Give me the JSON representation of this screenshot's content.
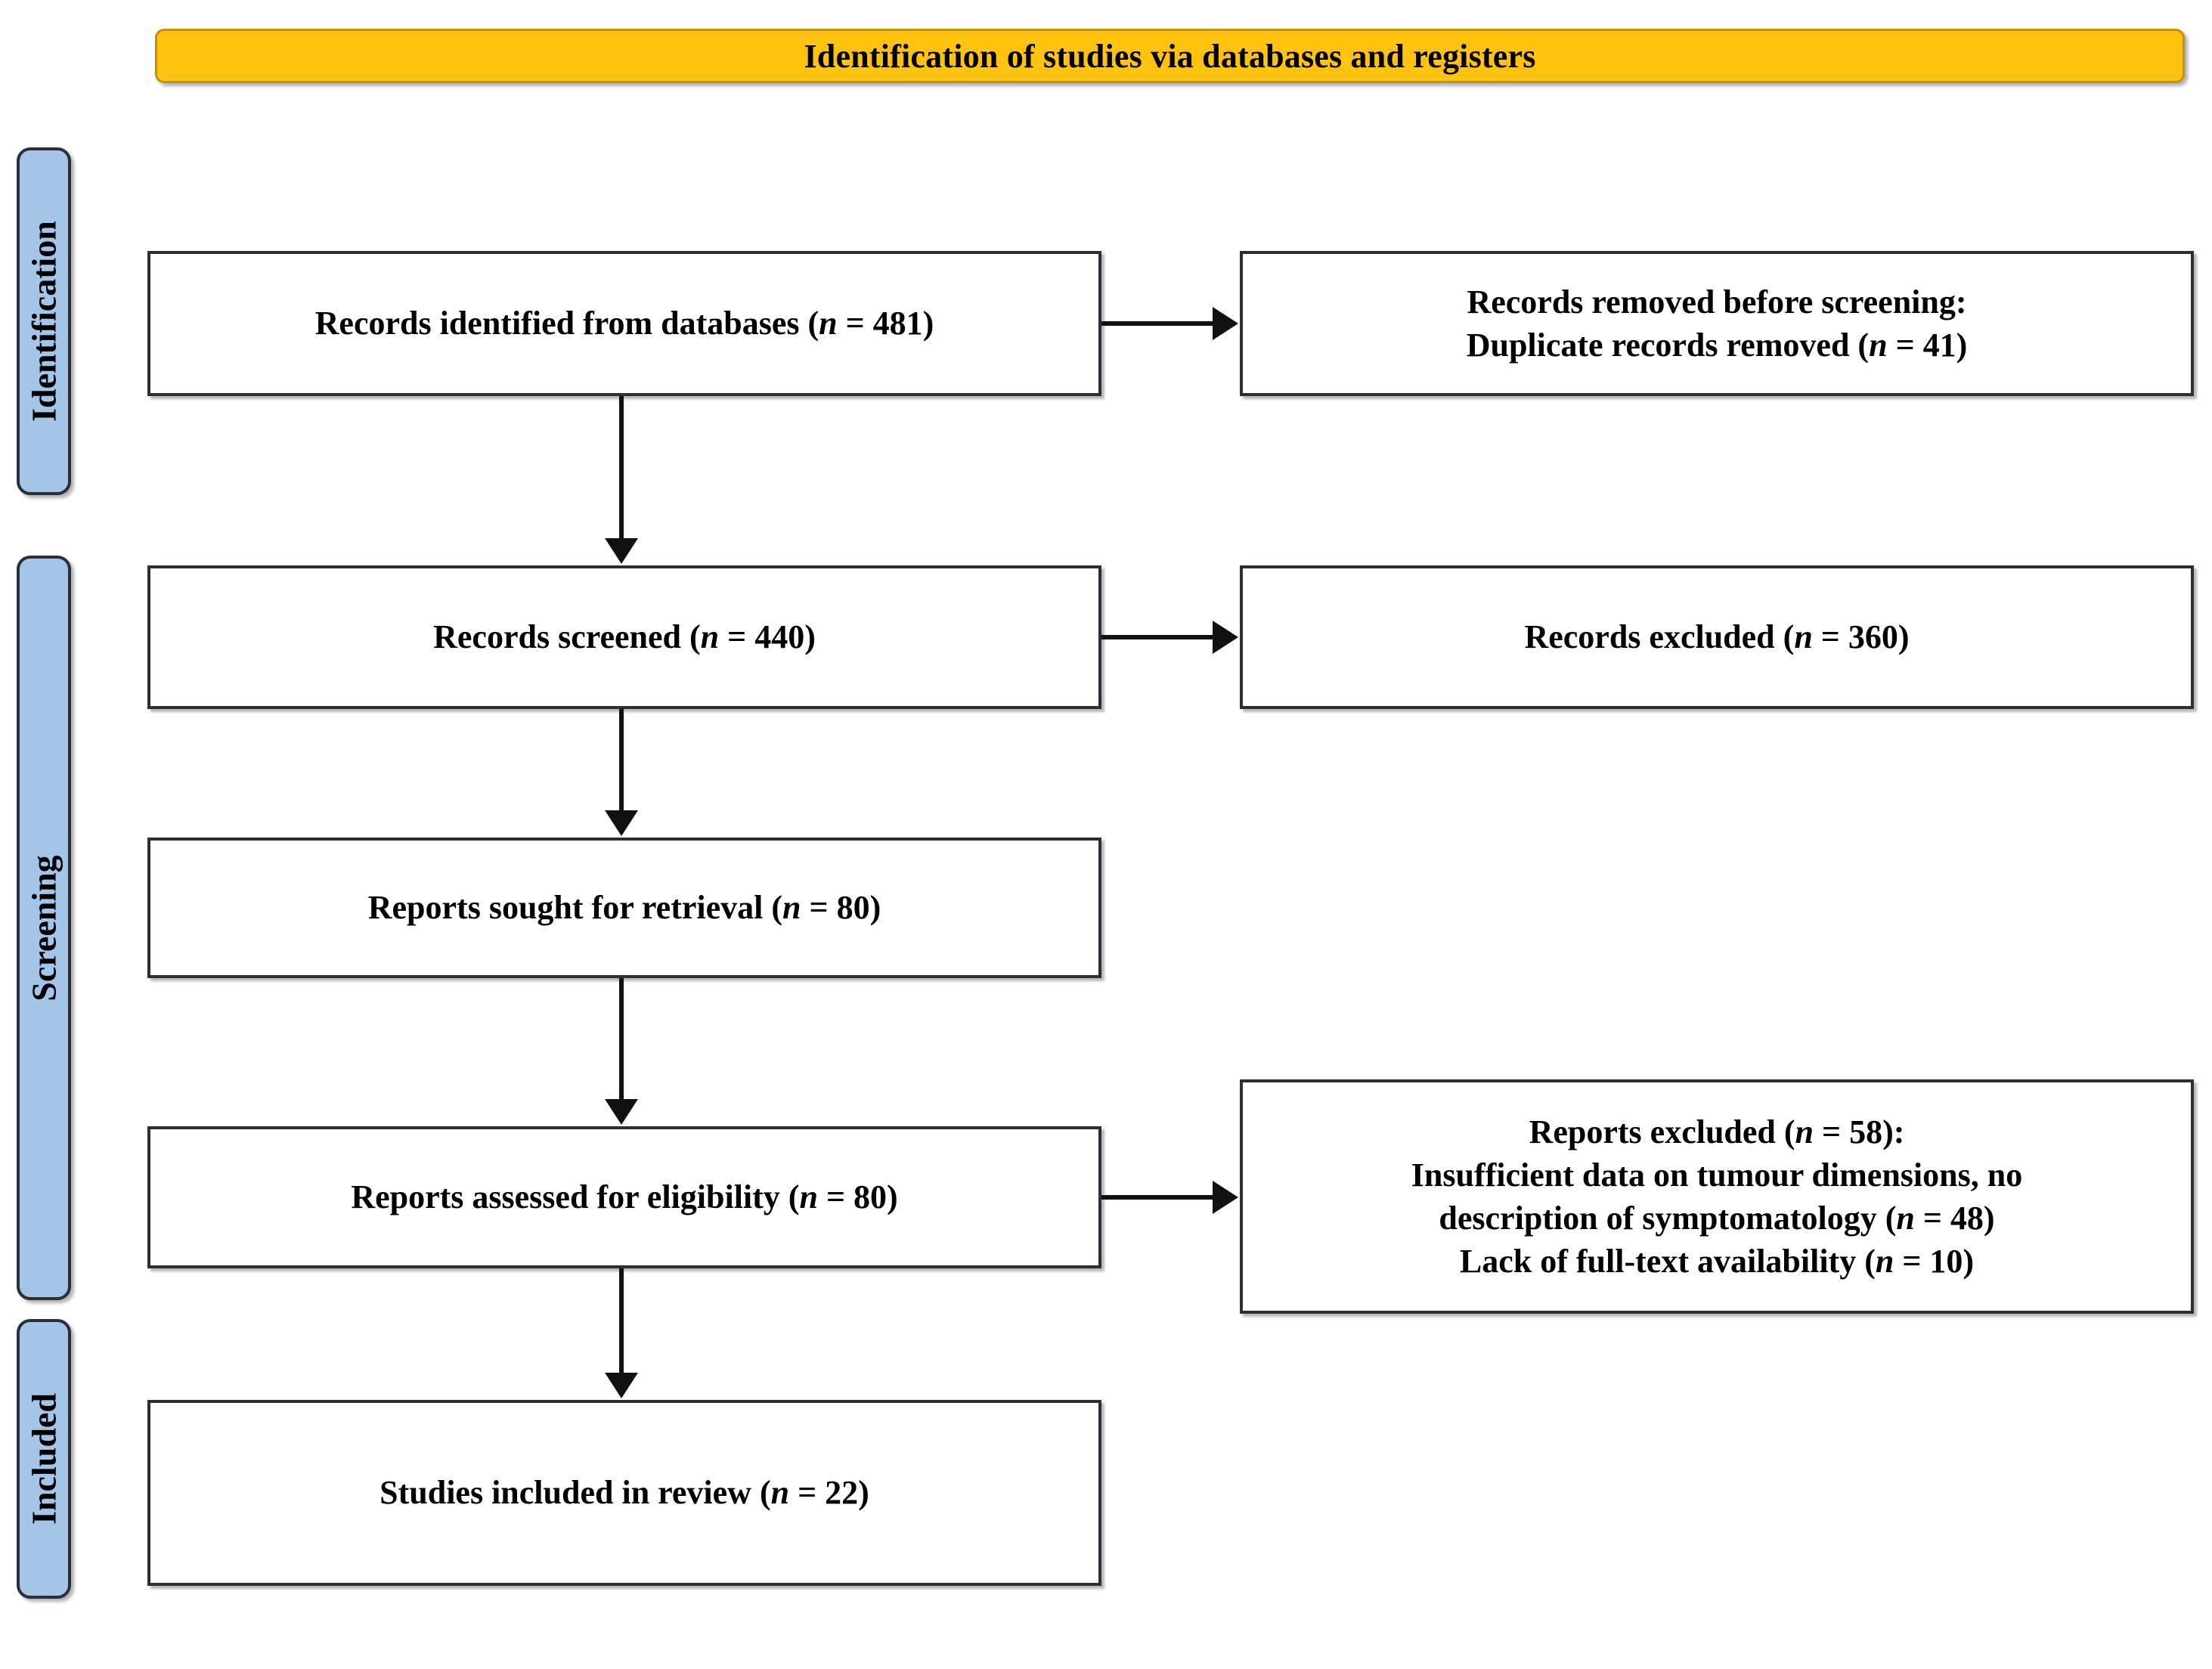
{
  "header": {
    "title": "Identification of studies via databases and registers",
    "background_color": "#FFC20E",
    "border_color": "#C8900A"
  },
  "stages": {
    "accent_color": "#A3C6E8",
    "items": [
      {
        "key": "identification",
        "label": "Identification"
      },
      {
        "key": "screening",
        "label": "Screening"
      },
      {
        "key": "included",
        "label": "Included"
      }
    ]
  },
  "nodes": {
    "identified": {
      "lines": [
        {
          "text": "Records identified from databases (",
          "n": "n",
          "tail": " = 481)"
        }
      ],
      "plain": "Records identified from databases (n = 481)"
    },
    "removed": {
      "lines": [
        {
          "text": "Records removed before screening:",
          "n": "",
          "tail": ""
        },
        {
          "text": "Duplicate records removed (",
          "n": "n",
          "tail": " = 41)"
        }
      ],
      "plain": "Records removed before screening: Duplicate records removed (n = 41)"
    },
    "screened": {
      "lines": [
        {
          "text": "Records screened (",
          "n": "n",
          "tail": " = 440)"
        }
      ],
      "plain": "Records screened (n = 440)"
    },
    "excluded_records": {
      "lines": [
        {
          "text": "Records excluded (",
          "n": "n",
          "tail": " = 360)"
        }
      ],
      "plain": "Records excluded (n = 360)"
    },
    "sought": {
      "lines": [
        {
          "text": "Reports sought for retrieval (",
          "n": "n",
          "tail": " = 80)"
        }
      ],
      "plain": "Reports sought for retrieval (n = 80)"
    },
    "assessed": {
      "lines": [
        {
          "text": "Reports assessed for eligibility (",
          "n": "n",
          "tail": " = 80)"
        }
      ],
      "plain": "Reports assessed for eligibility (n = 80)"
    },
    "excluded_reports": {
      "lines": [
        {
          "text": "Reports excluded (",
          "n": "n",
          "tail": " = 58):"
        },
        {
          "text": "Insufficient data on tumour dimensions, no",
          "n": "",
          "tail": ""
        },
        {
          "text": "description of symptomatology (",
          "n": "n",
          "tail": " = 48)"
        },
        {
          "text": "Lack of full-text availability (",
          "n": "n",
          "tail": " = 10)"
        }
      ],
      "plain": "Reports excluded (n = 58): Insufficient data on tumour dimensions, no description of symptomatology (n = 48) Lack of full-text availability (n = 10)"
    },
    "included": {
      "lines": [
        {
          "text": "Studies included in review (",
          "n": "n",
          "tail": " = 22)"
        }
      ],
      "plain": "Studies included in review (n = 22)"
    }
  },
  "counts": {
    "records_identified": 481,
    "duplicates_removed": 41,
    "records_screened": 440,
    "records_excluded": 360,
    "reports_sought": 80,
    "reports_assessed": 80,
    "reports_excluded_total": 58,
    "reports_excluded_insufficient_data": 48,
    "reports_excluded_no_fulltext": 10,
    "studies_included": 22
  },
  "colors": {
    "box_border": "#2E2E38",
    "box_fill": "#FFFFFF",
    "connector": "#111111",
    "text": "#000000"
  }
}
